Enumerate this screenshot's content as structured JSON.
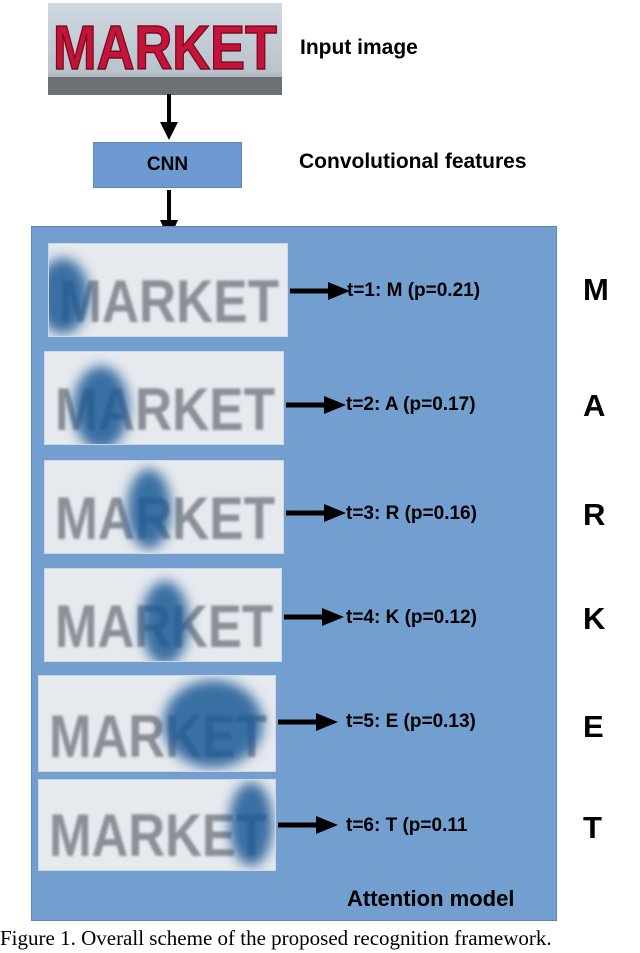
{
  "input": {
    "label": "Input image",
    "word": "MARKET"
  },
  "cnn": {
    "label": "CNN",
    "features_label": "Convolutional features"
  },
  "attention": {
    "title": "Attention model",
    "word": "MARKET",
    "steps": [
      {
        "text": "t=1: M (p=0.21)",
        "letter": "M"
      },
      {
        "text": "t=2: A (p=0.17)",
        "letter": "A"
      },
      {
        "text": "t=3: R (p=0.16)",
        "letter": "R"
      },
      {
        "text": "t=4: K (p=0.12)",
        "letter": "K"
      },
      {
        "text": "t=5: E (p=0.13)",
        "letter": "E"
      },
      {
        "text": "t=6: T (p=0.11",
        "letter": "T"
      }
    ]
  },
  "caption": "Figure 1. Overall scheme of the proposed recognition framework.",
  "colors": {
    "box_fill": "#729fcf",
    "cnn_fill": "#6d9ad0",
    "attention_blob": "#1f5a96",
    "input_text": "#c4143a"
  }
}
